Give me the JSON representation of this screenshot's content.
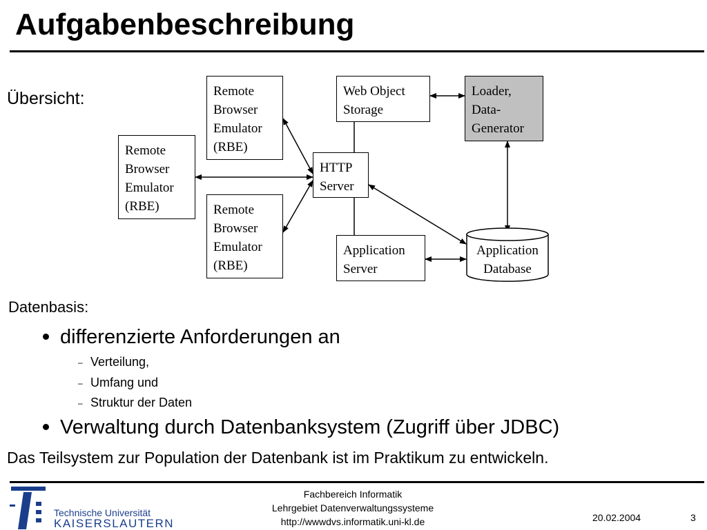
{
  "slide": {
    "title": "Aufgabenbeschreibung",
    "overview_label": "Übersicht:",
    "data_basis_label": "Datenbasis:",
    "bullets": [
      {
        "text": "differenzierte Anforderungen an",
        "sub": [
          "Verteilung,",
          "Umfang und",
          "Struktur der Daten"
        ]
      },
      {
        "text": "Verwaltung durch Datenbanksystem (Zugriff über JDBC)",
        "sub": []
      }
    ],
    "summary": "Das Teilsystem zur Population der Datenbank ist im Praktikum zu entwickeln."
  },
  "diagram": {
    "nodes": {
      "rbe_top": [
        "Remote",
        "Browser",
        "Emulator",
        "(RBE)"
      ],
      "rbe_left": [
        "Remote",
        "Browser",
        "Emulator",
        "(RBE)"
      ],
      "rbe_bottom": [
        "Remote",
        "Browser",
        "Emulator",
        "(RBE)"
      ],
      "web_object_storage": [
        "Web Object",
        "Storage"
      ],
      "loader": [
        "Loader,",
        "Data-",
        "Generator"
      ],
      "http_server": [
        "HTTP",
        "Server"
      ],
      "application_server": [
        "Application",
        "Server"
      ],
      "application_database": [
        "Application",
        "Database"
      ]
    },
    "edges": [
      {
        "from": "rbe_top",
        "to": "http_server",
        "style": "double-arrow"
      },
      {
        "from": "rbe_left",
        "to": "http_server",
        "style": "double-arrow"
      },
      {
        "from": "rbe_bottom",
        "to": "http_server",
        "style": "double-arrow"
      },
      {
        "from": "web_object_storage",
        "to": "http_server",
        "style": "line"
      },
      {
        "from": "http_server",
        "to": "application_server",
        "style": "line"
      },
      {
        "from": "web_object_storage",
        "to": "loader",
        "style": "double-arrow"
      },
      {
        "from": "loader",
        "to": "application_database",
        "style": "double-arrow"
      },
      {
        "from": "http_server",
        "to": "application_database",
        "style": "double-arrow"
      },
      {
        "from": "application_server",
        "to": "application_database",
        "style": "double-arrow"
      }
    ],
    "colors": {
      "loader_fill": "#c0c0c0",
      "line": "#000000"
    }
  },
  "footer": {
    "line1": "Fachbereich Informatik",
    "line2": "Lehrgebiet Datenverwaltungssysteme",
    "line3": "http://wwwdvs.informatik.uni-kl.de",
    "date": "20.02.2004",
    "page": "3",
    "logo_line1": "Technische Universität",
    "logo_line2": "KAISERSLAUTERN",
    "logo_color": "#1a3e8c"
  }
}
